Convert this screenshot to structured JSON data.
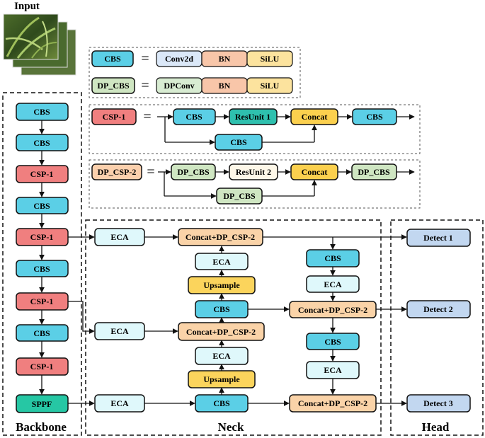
{
  "title": "Input",
  "section_labels": {
    "backbone": "Backbone",
    "neck": "Neck",
    "head": "Head"
  },
  "colors": {
    "cbs": "#5bcfe6",
    "csp": "#f07f7f",
    "sppf": "#26c7a4",
    "eca": "#dff8fb",
    "concat_dp": "#fad3a8",
    "upsample": "#fbd45c",
    "detect": "#c2d7f0",
    "conv2d": "#dbe8f8",
    "bn": "#f8c6a9",
    "silu": "#fce39e",
    "dpconv": "#d8ecd2",
    "dp_cbs": "#cfe6c2",
    "resunit1": "#2ec0ae",
    "resunit2": "#fdf7e8",
    "concat": "#fbd04e",
    "dp_csp": "#fbd0ad"
  },
  "legend": {
    "cbs_row": {
      "lhs": "CBS",
      "eq": "=",
      "parts": [
        "Conv2d",
        "BN",
        "SiLU"
      ]
    },
    "dpcbs_row": {
      "lhs": "DP_CBS",
      "eq": "=",
      "parts": [
        "DPConv",
        "BN",
        "SiLU"
      ]
    },
    "csp1_row": {
      "lhs": "CSP-1",
      "eq": "=",
      "cbs_a": "CBS",
      "resunit": "ResUnit 1",
      "concat": "Concat",
      "cbs_out": "CBS",
      "cbs_branch": "CBS"
    },
    "dpcsp2_row": {
      "lhs": "DP_CSP-2",
      "eq": "=",
      "cbs_a": "DP_CBS",
      "resunit": "ResUnit 2",
      "concat": "Concat",
      "cbs_out": "DP_CBS",
      "cbs_branch": "DP_CBS"
    }
  },
  "backbone": [
    "CBS",
    "CBS",
    "CSP-1",
    "CBS",
    "CSP-1",
    "CBS",
    "CSP-1",
    "CBS",
    "CSP-1",
    "SPPF"
  ],
  "neck": {
    "eca_top": "ECA",
    "eca_mid": "ECA",
    "eca_bot": "ECA",
    "concat_top": "Concat+DP_CSP-2",
    "eca_c1": "ECA",
    "upsample_1": "Upsample",
    "cbs_c1": "CBS",
    "concat_mid": "Concat+DP_CSP-2",
    "eca_c2": "ECA",
    "upsample_2": "Upsample",
    "cbs_c2": "CBS",
    "cbs_r1": "CBS",
    "eca_r1": "ECA",
    "concat_r1": "Concat+DP_CSP-2",
    "cbs_r2": "CBS",
    "eca_r2": "ECA",
    "concat_r2": "Concat+DP_CSP-2"
  },
  "head": [
    "Detect 1",
    "Detect 2",
    "Detect 3"
  ]
}
